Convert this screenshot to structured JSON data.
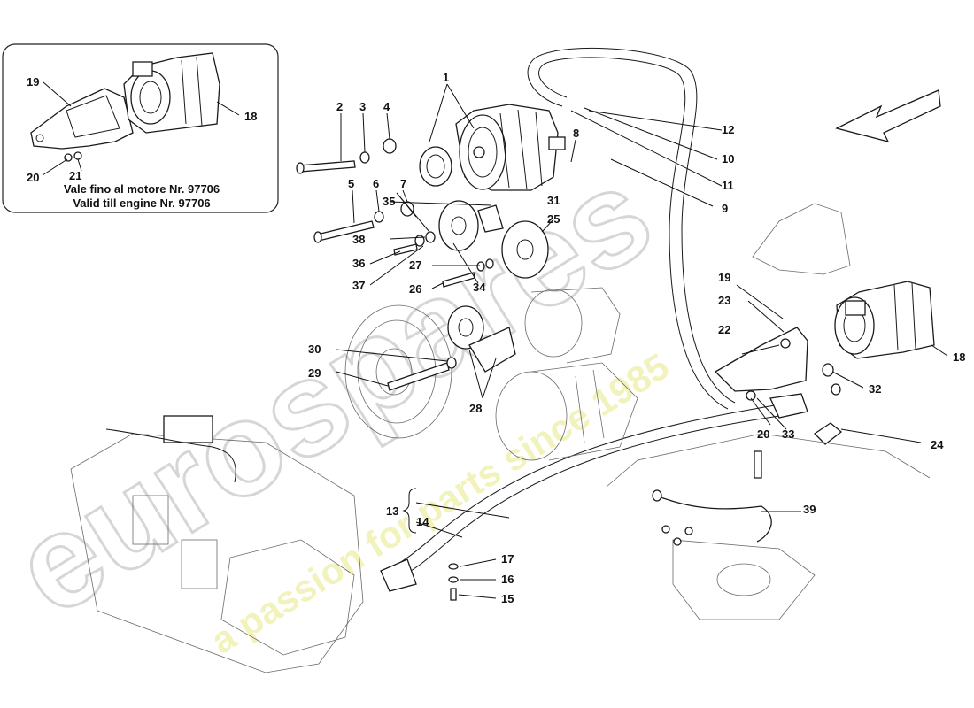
{
  "inset": {
    "caption_line1": "Vale fino al motore Nr. 97706",
    "caption_line2": "Valid till engine Nr. 97706",
    "callouts": [
      "19",
      "18",
      "20",
      "21"
    ]
  },
  "callouts": {
    "c1": "1",
    "c2": "2",
    "c3": "3",
    "c4": "4",
    "c5": "5",
    "c6": "6",
    "c7": "7",
    "c8": "8",
    "c9": "9",
    "c10": "10",
    "c11": "11",
    "c12": "12",
    "c13": "13",
    "c14": "14",
    "c15": "15",
    "c16": "16",
    "c17": "17",
    "c18": "18",
    "c19": "19",
    "c20": "20",
    "c22": "22",
    "c23": "23",
    "c24": "24",
    "c25": "25",
    "c26": "26",
    "c27": "27",
    "c28": "28",
    "c29": "29",
    "c30": "30",
    "c31": "31",
    "c32": "32",
    "c33": "33",
    "c34": "34",
    "c35": "35",
    "c36": "36",
    "c37": "37",
    "c38": "38",
    "c39": "39"
  },
  "watermark": {
    "brand": "eurospares",
    "tagline": "a passion for parts since 1985"
  },
  "icons": {
    "direction_arrow": "front-direction-arrow-icon"
  }
}
